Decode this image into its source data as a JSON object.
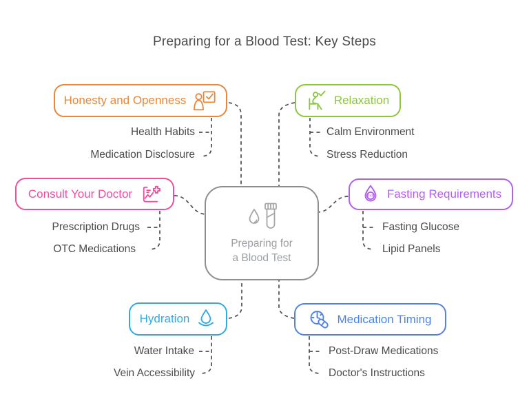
{
  "title": "Preparing for a Blood Test: Key Steps",
  "center": {
    "lines": [
      "Preparing for",
      "a Blood Test"
    ],
    "icon": "blood-drop-and-test-tube-icon",
    "border_color": "#8E8E8E",
    "text_color": "#9B9FA3"
  },
  "colors": {
    "connector": "#4D4D4D",
    "title_text": "#4A4A4A",
    "subitem_text": "#4A4A4A"
  },
  "nodes": [
    {
      "id": "honesty-and-openness",
      "label": "Honesty and Openness",
      "color": "#E8873C",
      "icon": "person-checkbox-icon",
      "children": [
        {
          "label": "Health Habits"
        },
        {
          "label": "Medication Disclosure"
        }
      ]
    },
    {
      "id": "relaxation",
      "label": "Relaxation",
      "color": "#8CC63F",
      "icon": "seated-person-check-icon",
      "children": [
        {
          "label": "Calm Environment"
        },
        {
          "label": "Stress Reduction"
        }
      ]
    },
    {
      "id": "consult-your-doctor",
      "label": "Consult Your Doctor",
      "color": "#ED4F9F",
      "icon": "chart-medical-plus-icon",
      "children": [
        {
          "label": "Prescription Drugs"
        },
        {
          "label": "OTC Medications"
        }
      ]
    },
    {
      "id": "fasting-requirements",
      "label": "Fasting Requirements",
      "color": "#B35FEE",
      "icon": "fat-droplet-icon",
      "icon_label": "FAT",
      "children": [
        {
          "label": "Fasting Glucose"
        },
        {
          "label": "Lipid Panels"
        }
      ]
    },
    {
      "id": "hydration",
      "label": "Hydration",
      "color": "#2FABE1",
      "icon": "water-droplet-icon",
      "children": [
        {
          "label": "Water Intake"
        },
        {
          "label": "Vein Accessibility"
        }
      ]
    },
    {
      "id": "medication-timing",
      "label": "Medication Timing",
      "color": "#4D82E8",
      "icon": "clock-pill-icon",
      "children": [
        {
          "label": "Post-Draw Medications"
        },
        {
          "label": "Doctor's Instructions"
        }
      ]
    }
  ]
}
